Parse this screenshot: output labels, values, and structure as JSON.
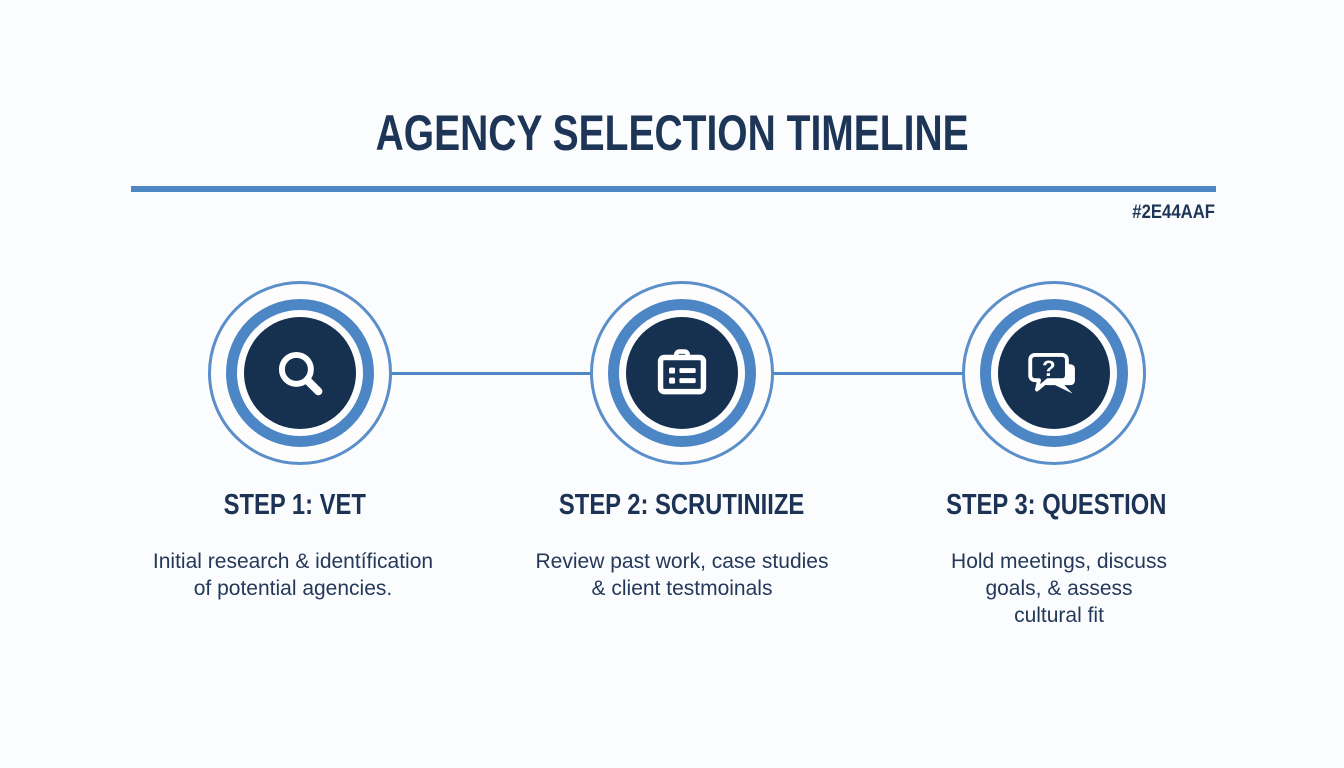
{
  "title": "AGENCY SELECTION TIMELINE",
  "color_label": "#2E44AAF",
  "colors": {
    "accent_blue": "#4d86c5",
    "title_navy": "#1d3557",
    "circle_navy": "#16304f",
    "body_text": "#24395a",
    "background": "#fbfcfd"
  },
  "steps": [
    {
      "icon": "magnifier-icon",
      "heading": "STEP 1: VET",
      "description": "Initial research & identífication\nof potential agencies."
    },
    {
      "icon": "id-card-icon",
      "heading": "STEP 2: SCRUTINIIZE",
      "description": "Review past work, case studies\n& client testmoinals"
    },
    {
      "icon": "question-chat-icon",
      "heading": "STEP 3: QUESTION",
      "description": "Hold meetings, discuss\ngoals, & assess\ncultural fit"
    }
  ]
}
